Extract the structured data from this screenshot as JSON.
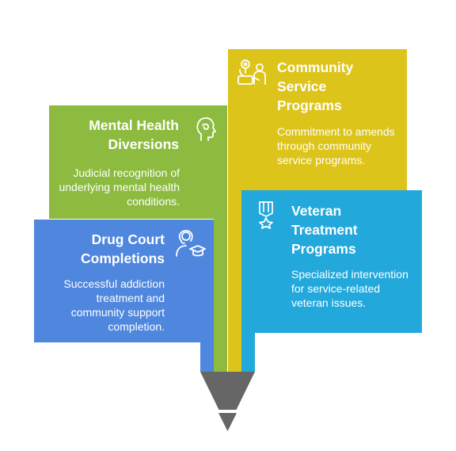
{
  "stages": [
    {
      "title": "Mental Health Diversions",
      "description": "Judicial recognition of underlying mental health conditions.",
      "icon": "head-profile-icon",
      "color": "#8cbb3f"
    },
    {
      "title": "Community Service Programs",
      "description": "Commitment to amends through community service programs.",
      "icon": "volunteer-help-icon",
      "color": "#ddc41a"
    },
    {
      "title": "Drug Court Completions",
      "description": "Successful addiction treatment and community support completion.",
      "icon": "graduate-icon",
      "color": "#4f86de"
    },
    {
      "title": "Veteran Treatment Programs",
      "description": "Specialized intervention for service-related veteran issues.",
      "icon": "medal-icon",
      "color": "#22a8db"
    }
  ],
  "pencil_tip_color": "#666666"
}
